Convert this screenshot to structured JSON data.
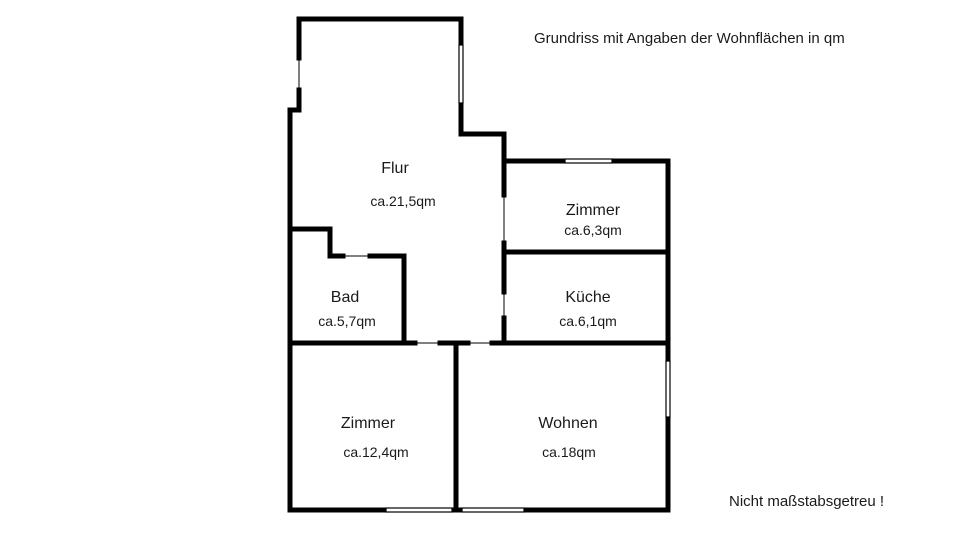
{
  "title": "Grundriss mit Angaben der Wohnflächen in qm",
  "note": "Nicht maßstabsgetreu !",
  "colors": {
    "wall": "#000000",
    "background": "#ffffff",
    "text": "#1a1a1a"
  },
  "rooms": [
    {
      "name": "Flur",
      "area": "ca.21,5qm"
    },
    {
      "name": "Zimmer",
      "area": "ca.6,3qm"
    },
    {
      "name": "Küche",
      "area": "ca.6,1qm"
    },
    {
      "name": "Bad",
      "area": "ca.5,7qm"
    },
    {
      "name": "Zimmer",
      "area": "ca.12,4qm"
    },
    {
      "name": "Wohnen",
      "area": "ca.18qm"
    }
  ]
}
